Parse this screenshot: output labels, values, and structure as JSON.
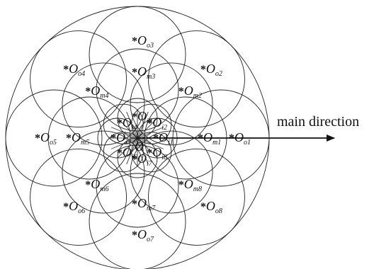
{
  "diagram": {
    "direction_label": "main direction",
    "center_label": "O",
    "star_glyph": "*",
    "line_color": "#222222",
    "rings": [
      {
        "ring": "inner",
        "labels": [
          {
            "id": "i1",
            "base": "O",
            "sub": "i1"
          },
          {
            "id": "i2",
            "base": "O",
            "sub": "i2"
          },
          {
            "id": "i3",
            "base": "O",
            "sub": "i3"
          },
          {
            "id": "i4",
            "base": "O",
            "sub": "i4"
          },
          {
            "id": "i5",
            "base": "O",
            "sub": "i5"
          },
          {
            "id": "i6",
            "base": "O",
            "sub": "i6"
          },
          {
            "id": "i7",
            "base": "O",
            "sub": "i7"
          },
          {
            "id": "i8",
            "base": "O",
            "sub": "i8"
          }
        ]
      },
      {
        "ring": "middle",
        "labels": [
          {
            "id": "m1",
            "base": "O",
            "sub": "m1"
          },
          {
            "id": "m2",
            "base": "O",
            "sub": "m2"
          },
          {
            "id": "m3",
            "base": "O",
            "sub": "m3"
          },
          {
            "id": "m4",
            "base": "O",
            "sub": "m4"
          },
          {
            "id": "m5",
            "base": "O",
            "sub": "m5"
          },
          {
            "id": "m6",
            "base": "O",
            "sub": "m6"
          },
          {
            "id": "m7",
            "base": "O",
            "sub": "m7"
          },
          {
            "id": "m8",
            "base": "O",
            "sub": "m8"
          }
        ]
      },
      {
        "ring": "outer",
        "labels": [
          {
            "id": "o1",
            "base": "O",
            "sub": "o1"
          },
          {
            "id": "o2",
            "base": "O",
            "sub": "o2"
          },
          {
            "id": "o3",
            "base": "O",
            "sub": "o3"
          },
          {
            "id": "o4",
            "base": "O",
            "sub": "o4"
          },
          {
            "id": "o5",
            "base": "O",
            "sub": "o5"
          },
          {
            "id": "o6",
            "base": "O",
            "sub": "o6"
          },
          {
            "id": "o7",
            "base": "O",
            "sub": "o7"
          },
          {
            "id": "o8",
            "base": "O",
            "sub": "o8"
          }
        ]
      }
    ]
  }
}
